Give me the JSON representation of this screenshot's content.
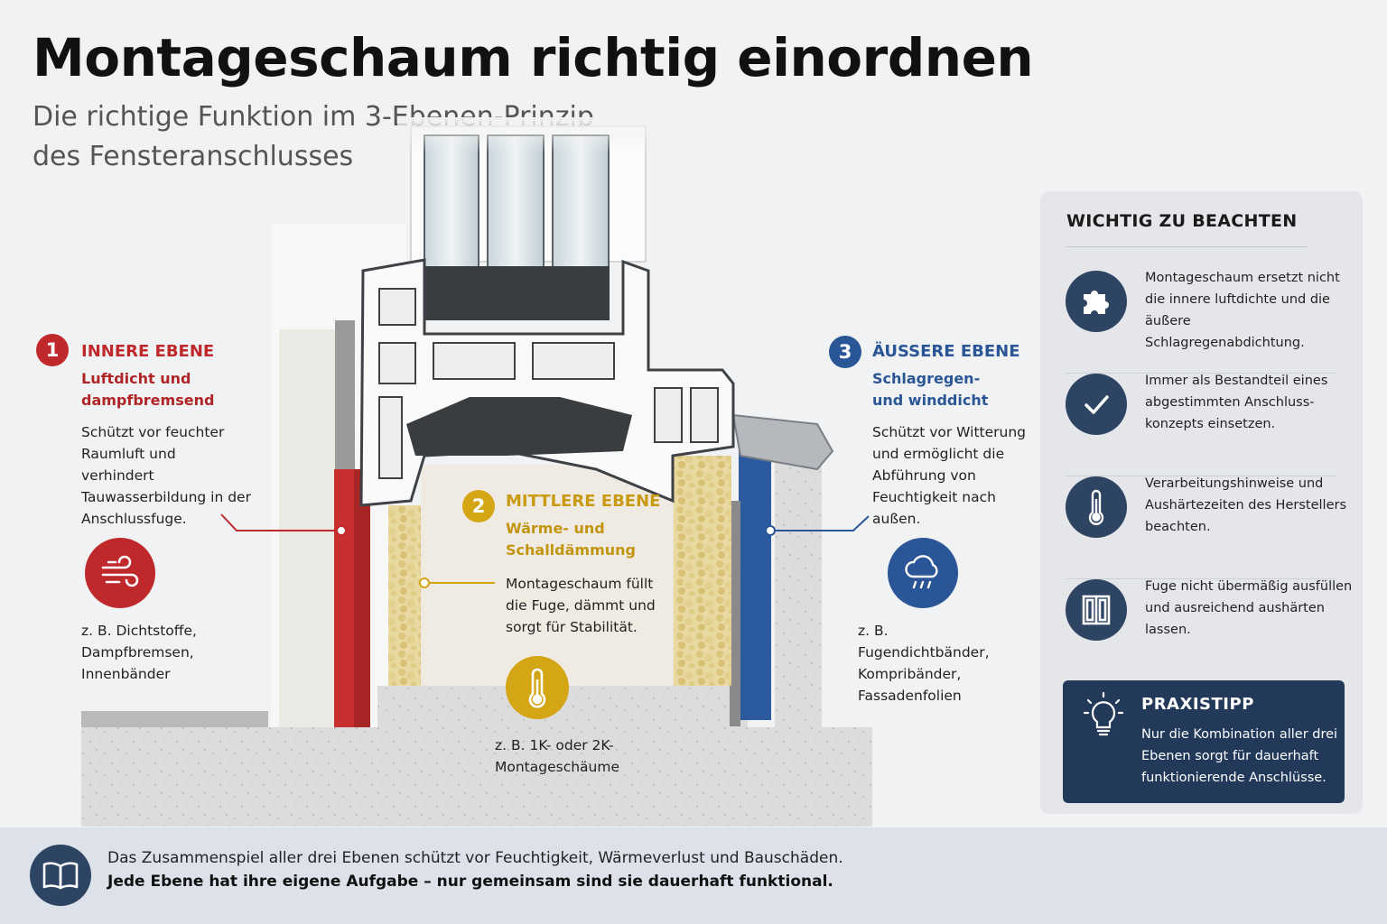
{
  "header": {
    "title": "Montageschaum richtig einordnen",
    "subtitle": "Die richtige Funktion im 3-Ebenen-Prinzip des Fensteranschlusses"
  },
  "layers": [
    {
      "number": "1",
      "title": "INNERE EBENE",
      "subtitle": "Luftdicht und dampfbremsend",
      "description": "Schützt vor feuchter Raumluft und verhindert Tauwasserbildung in der Anschlussfuge.",
      "icon": "wind-icon",
      "examples": "z. B. Dichtstoffe, Dampfbremsen, Innenbänder",
      "color": "#c0292b"
    },
    {
      "number": "2",
      "title": "MITTLERE EBENE",
      "subtitle": "Wärme- und Schalldämmung",
      "description": "Montageschaum füllt die Fuge, dämmt und sorgt für Stabilität.",
      "icon": "thermometer-icon",
      "examples": "z. B. 1K- oder 2K-Montageschäume",
      "color": "#d4a514"
    },
    {
      "number": "3",
      "title": "ÄUSSERE EBENE",
      "subtitle": "Schlagregen- und winddicht",
      "description": "Schützt vor Witterung und ermöglicht die Abführung von Feuchtigkeit nach außen.",
      "icon": "rain-cloud-icon",
      "examples": "z. B. Fugendichtbänder, Kompribänder, Fassadenfolien",
      "color": "#2a5596"
    }
  ],
  "sidebar": {
    "title": "WICHTIG ZU BEACHTEN",
    "items": [
      {
        "icon": "puzzle-icon",
        "text": "Montageschaum ersetzt nicht die innere luftdichte und die äußere Schlagregenabdichtung."
      },
      {
        "icon": "checkmark-icon",
        "text": "Immer als Bestandteil eines abgestimmten Anschluss-konzepts einsetzen."
      },
      {
        "icon": "thermometer-icon",
        "text": "Verarbeitungshinweise und Aushärtezeiten des Herstellers beachten."
      },
      {
        "icon": "window-icon",
        "text": "Fuge nicht übermäßig ausfüllen und ausreichend aushärten lassen."
      }
    ],
    "praxistipp": {
      "icon": "lightbulb-icon",
      "title": "PRAXISTIPP",
      "text": "Nur die Kombination aller drei Ebenen sorgt für dauerhaft funktionierende Anschlüsse."
    }
  },
  "footer": {
    "icon": "book-icon",
    "line1": "Das Zusammenspiel aller drei Ebenen schützt vor Feuchtigkeit, Wärmeverlust und Bauschäden.",
    "line2": "Jede Ebene hat ihre eigene Aufgabe – nur gemeinsam sind sie dauerhaft funktional."
  },
  "colors": {
    "inner": "#c0292b",
    "middle": "#d4a514",
    "outer": "#2a5596",
    "navy": "#2d4462",
    "praxis": "#22395a"
  }
}
